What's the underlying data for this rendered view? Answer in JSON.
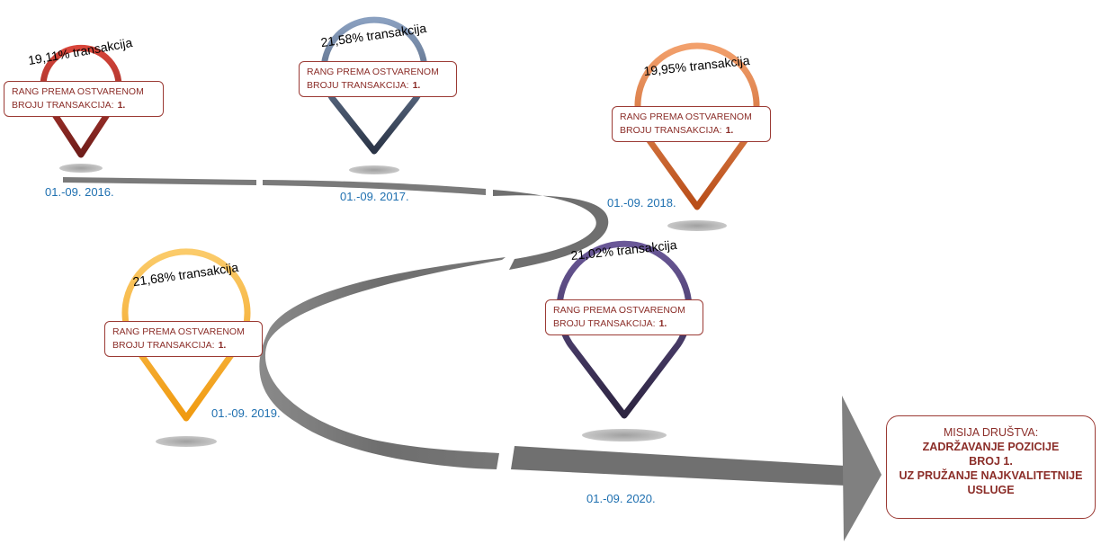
{
  "milestones": [
    {
      "pct_label": "19,11% transakcija",
      "rank_label": "RANG PREMA OSTVARENOM",
      "rank_label2": "BROJU TRANSAKCIJA:",
      "rank_value": "1.",
      "date": "01.-09. 2016.",
      "color_top": "#d8453a",
      "color_bottom": "#6e1d1a"
    },
    {
      "pct_label": "21,58% transakcija",
      "rank_label": "RANG PREMA OSTVARENOM",
      "rank_label2": "BROJU TRANSAKCIJA:",
      "rank_value": "1.",
      "date": "01.-09. 2017.",
      "color_top": "#8aa0c0",
      "color_bottom": "#2a3446"
    },
    {
      "pct_label": "19,95% transakcija",
      "rank_label": "RANG PREMA OSTVARENOM",
      "rank_label2": "BROJU TRANSAKCIJA:",
      "rank_value": "1.",
      "date": "01.-09. 2018.",
      "color_top": "#f2a06c",
      "color_bottom": "#b84d18"
    },
    {
      "pct_label": "21,68% transakcija",
      "rank_label": "RANG PREMA OSTVARENOM",
      "rank_label2": "BROJU TRANSAKCIJA:",
      "rank_value": "1.",
      "date": "01.-09. 2019.",
      "color_top": "#fbcb6a",
      "color_bottom": "#f09a10"
    },
    {
      "pct_label": "21,02% transakcija",
      "rank_label": "RANG PREMA OSTVARENOM",
      "rank_label2": "BROJU TRANSAKCIJA:",
      "rank_value": "1.",
      "date": "01.-09. 2020.",
      "color_top": "#6a5898",
      "color_bottom": "#2c2440"
    }
  ],
  "mission": {
    "heading": "MISIJA DRUŠTVA:",
    "line1": "ZADRŽAVANJE POZICIJE",
    "line2": "BROJ 1.",
    "line3": "UZ PRUŽANJE NAJKVALITETNIJE",
    "line4": "USLUGE"
  },
  "colors": {
    "road": "#7a7a7a",
    "road_light": "#a8a8a8",
    "card_border": "#9b3a34",
    "card_text": "#8b2d28",
    "date_text": "#1f70b0"
  }
}
